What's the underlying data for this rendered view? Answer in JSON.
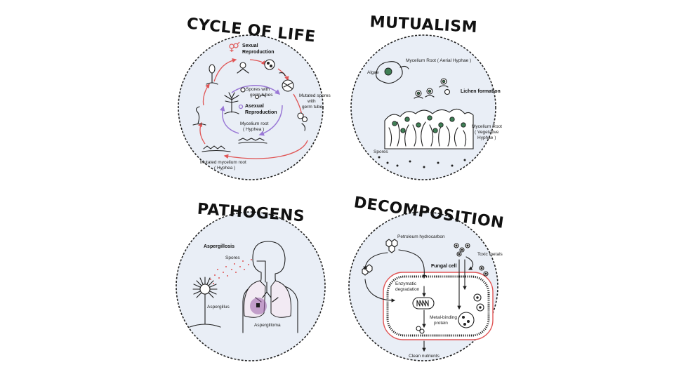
{
  "panels": {
    "cycle": {
      "title": "CYCLE OF LIFE",
      "sexual_label_1": "Sexual",
      "sexual_label_2": "Reproduction",
      "asexual_label_1": "Asexual",
      "asexual_label_2": "Reproduction",
      "spores_label_1": "Spores with",
      "spores_label_2": "germ tubes",
      "mutated_spores_1": "Mutated spores",
      "mutated_spores_2": "with",
      "mutated_spores_3": "germ tube",
      "mycelium_1": "Mycelium root",
      "mycelium_2": "( Hyphea )",
      "mutated_root_1": "Mutated mycelium root",
      "mutated_root_2": "( Hyphea )",
      "colors": {
        "sexual": "#e05555",
        "asexual": "#9a78d6"
      }
    },
    "mutualism": {
      "title": "MUTUALISM",
      "algae": "Algae",
      "aerial": "Mycelium Root ( Aerial Hyphae )",
      "lichen": "Lichen formation",
      "veg_1": "Mycelium Root",
      "veg_2": "( Vegetative",
      "veg_3": "Hyphae )",
      "spores": "Spores"
    },
    "pathogens": {
      "title": "PATHOGENS",
      "aspergillosis": "Aspergillosis",
      "spores": "Spores",
      "aspergillus": "Aspergillus",
      "aspergilloma": "Aspergilloma"
    },
    "decomposition": {
      "title": "DECOMPOSITION",
      "petroleum": "Petroleum hydrocarbon",
      "toxic": "Toxic metals",
      "fungal_cell": "Fungal cell",
      "enzymatic_1": "Enzymatic",
      "enzymatic_2": "degradation",
      "metal_1": "Metal-binding",
      "metal_2": "protein",
      "clean": "Clean nutrients"
    }
  }
}
